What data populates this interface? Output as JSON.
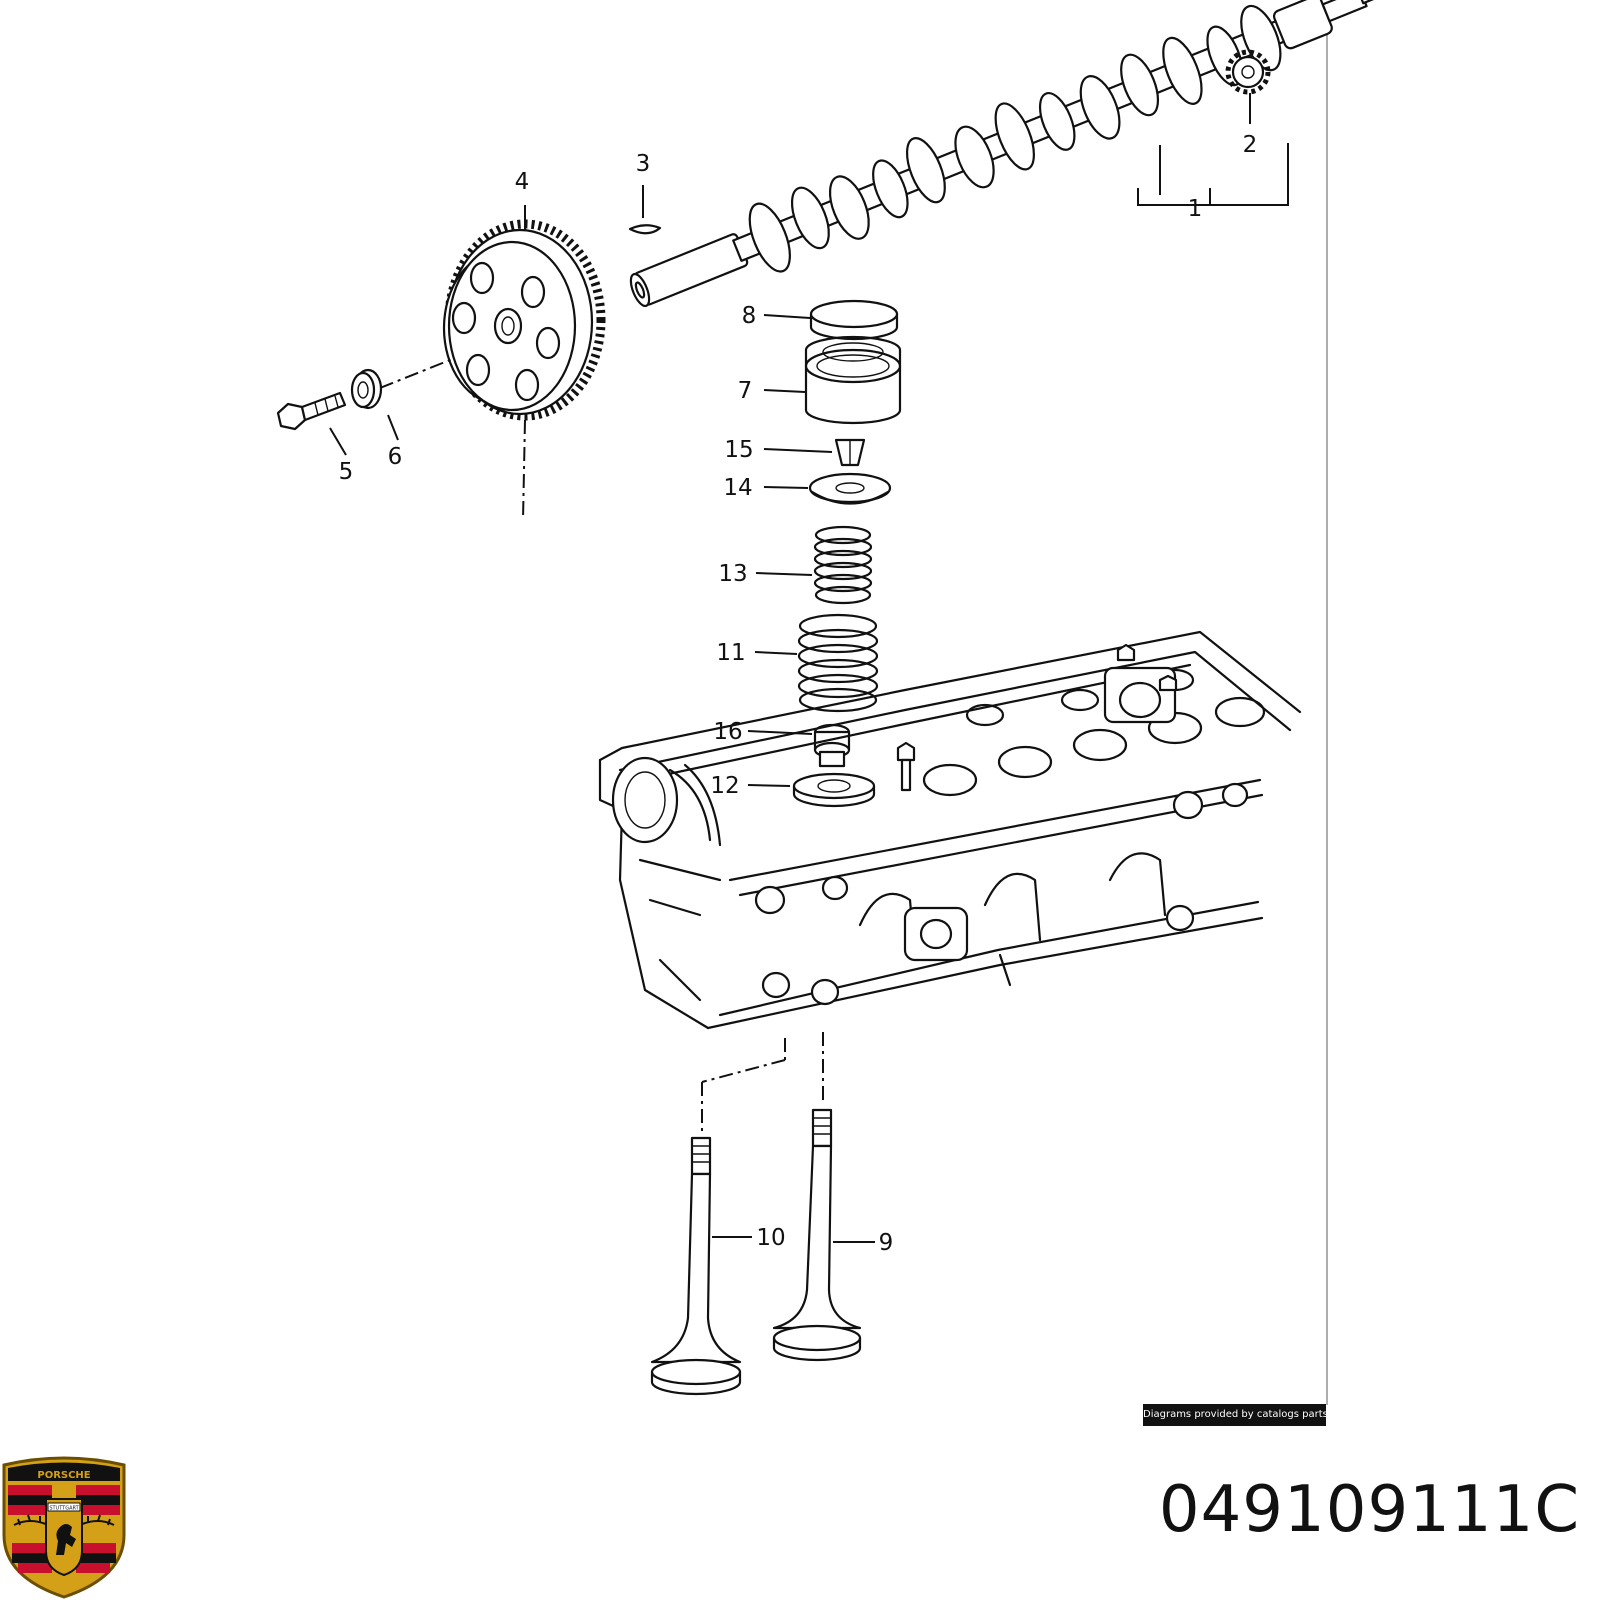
{
  "callouts": {
    "c1": "1",
    "c2": "2",
    "c3": "3",
    "c4": "4",
    "c5": "5",
    "c6": "6",
    "c7": "7",
    "c8": "8",
    "c9": "9",
    "c10": "10",
    "c11": "11",
    "c12": "12",
    "c13": "13",
    "c14": "14",
    "c15": "15",
    "c16": "16"
  },
  "credit": "Diagrams provided by catalogs parts",
  "part_number": "049109111C",
  "logo": {
    "name": "porsche-crest-logo",
    "text_top": "PORSCHE",
    "text_center": "STUTTGART",
    "colors": {
      "gold": "#d4a017",
      "red": "#c8102e",
      "black": "#111111"
    }
  }
}
